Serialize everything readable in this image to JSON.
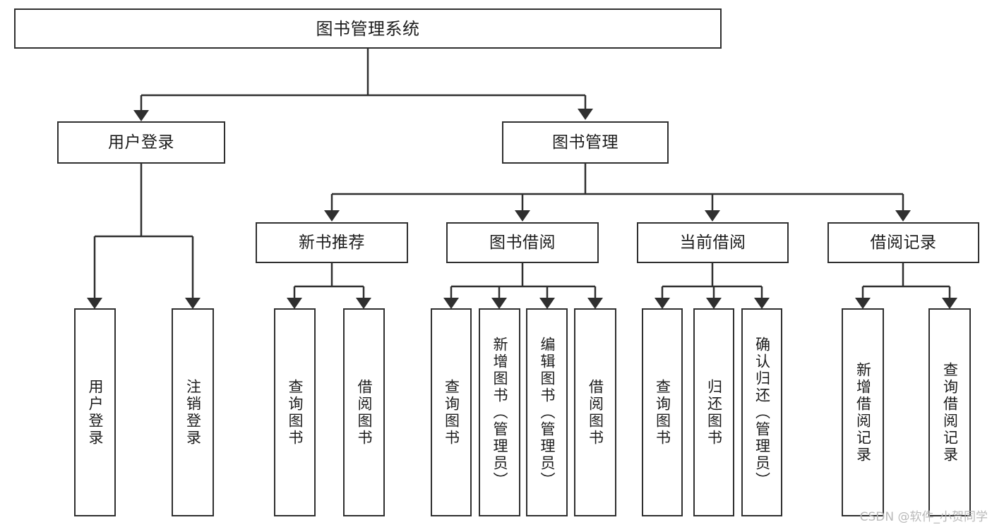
{
  "diagram": {
    "title": "图书管理系统",
    "type": "tree-hierarchy-chart",
    "colors": {
      "stroke": "#2f2f2f",
      "fill": "#ffffff",
      "text": "#1c1c1c",
      "watermark": "#b9b9b9"
    }
  },
  "root": {
    "label": "图书管理系统"
  },
  "level2": [
    {
      "label": "用户登录"
    },
    {
      "label": "图书管理"
    }
  ],
  "level3": [
    {
      "label": "新书推荐"
    },
    {
      "label": "图书借阅"
    },
    {
      "label": "当前借阅"
    },
    {
      "label": "借阅记录"
    }
  ],
  "leaves": {
    "user_login": [
      {
        "label": "用户登录"
      },
      {
        "label": "注销登录"
      }
    ],
    "new_book_recommend": [
      {
        "label": "查询图书"
      },
      {
        "label": "借阅图书"
      }
    ],
    "book_borrow": [
      {
        "label": "查询图书"
      },
      {
        "label": "新增图书（管理员）"
      },
      {
        "label": "编辑图书（管理员）"
      },
      {
        "label": "借阅图书"
      }
    ],
    "current_borrow": [
      {
        "label": "查询图书"
      },
      {
        "label": "归还图书"
      },
      {
        "label": "确认归还（管理员）"
      }
    ],
    "borrow_record": [
      {
        "label": "新增借阅记录"
      },
      {
        "label": "查询借阅记录"
      }
    ]
  },
  "watermark": {
    "text": "CSDN @软件_小贺同学"
  }
}
